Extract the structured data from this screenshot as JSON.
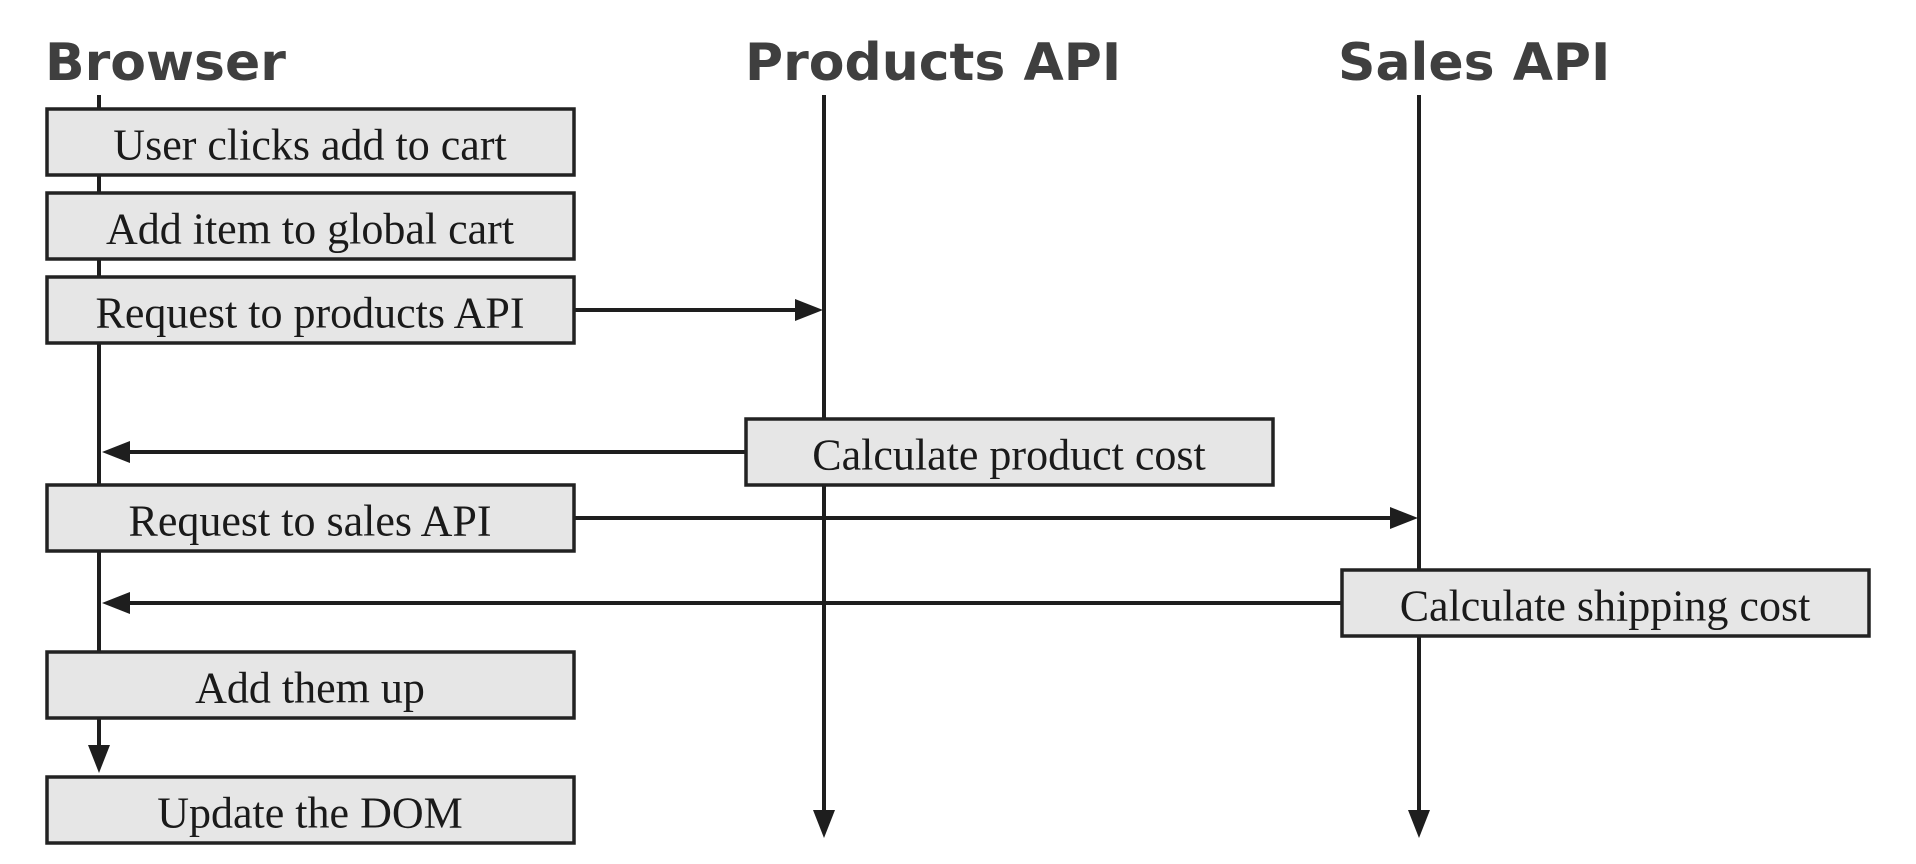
{
  "lanes": {
    "browser": "Browser",
    "products_api": "Products API",
    "sales_api": "Sales API"
  },
  "steps": {
    "user_clicks": "User clicks add to cart",
    "add_item": "Add item to global cart",
    "request_products": "Request to products API",
    "calc_product_cost": "Calculate product cost",
    "request_sales": "Request to sales API",
    "calc_shipping_cost": "Calculate shipping cost",
    "add_up": "Add them up",
    "update_dom": "Update the DOM"
  }
}
